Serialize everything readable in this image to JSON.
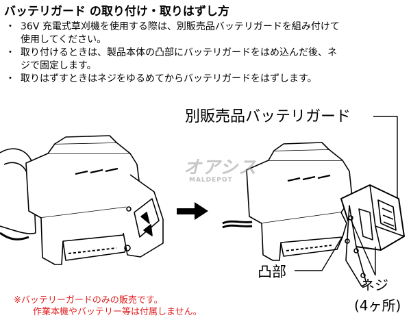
{
  "title": "バッテリガード の取り付け・取りはずし方",
  "notes": [
    {
      "bullet": "・",
      "text": "36V 充電式草刈機を使用する際は、別販売品バッテリガードを組み付けて\n使用してください。"
    },
    {
      "bullet": "・",
      "text": "取り付けるときは、製品本体の凸部にバッテリガードをはめ込んだ後、ネ\nジで固定します。"
    },
    {
      "bullet": "・",
      "text": "取りはずすときはネジをゆるめてからバッテリガードをはずします。"
    }
  ],
  "callouts": {
    "battery_guard": "別販売品バッテリガード",
    "convex": "凸部",
    "screw": "ネジ",
    "screw_count": "(4ヶ所)"
  },
  "watermark": {
    "main": "オアシス",
    "sub": "MALDEPOT"
  },
  "footnote": {
    "line1": "※バッテリーガードのみの販売です。",
    "line2": "作業本機やバッテリー等は付属しません。",
    "color": "#e02020"
  },
  "icons": {
    "arrow": "arrow-right-icon"
  }
}
